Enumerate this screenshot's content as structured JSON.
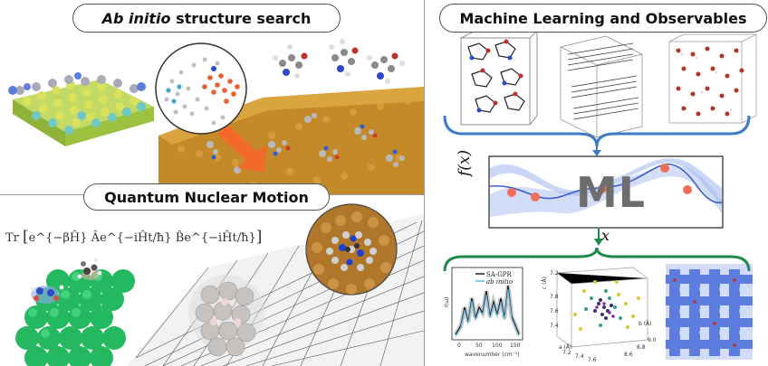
{
  "panels": {
    "structure_search": {
      "title_italic": "Ab initio",
      "title_rest": "structure search"
    },
    "quantum_nuclear_motion": {
      "title": "Quantum Nuclear Motion",
      "equation_prefix": "Tr",
      "equation_body": "e^{−βĤ} Âe^{−iĤt/ħ} B̂e^{−iĤt/ħ}"
    },
    "ml_observables": {
      "title": "Machine Learning and Observables",
      "ml_label": "ML",
      "fx_label": "f(x)",
      "x_label": "x",
      "spectrum": {
        "legend_1": "SA-GPR",
        "legend_2": "ab initio",
        "xlabel": "wavenumber (cm⁻¹)",
        "ylabel": "I(ω)",
        "ticks_x": [
          "0",
          "50",
          "100",
          "150"
        ]
      },
      "scatter3d": {
        "axis_c": "c (Å)",
        "axis_a": "a (Å)",
        "axis_b": "b (Å)",
        "ticks_c": [
          "7.2",
          "7.4",
          "7.6",
          "7.8"
        ],
        "ticks_a": [
          "7.2",
          "7.4",
          "7.6"
        ],
        "ticks_b": [
          "8.6",
          "8.8",
          "9.0"
        ]
      }
    }
  },
  "colors": {
    "ml_band": "#9fb4ee",
    "ml_curve": "#3a5fcd",
    "ml_points": "#ef6f5a",
    "bracket_blue": "#3f79c8",
    "bracket_green": "#1e8a4a",
    "gold_surface": "#c7912e",
    "green_cluster": "#2ecc71"
  }
}
